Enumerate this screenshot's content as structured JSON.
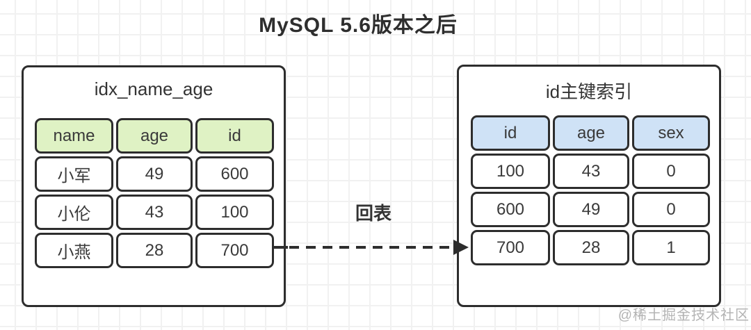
{
  "title": "MySQL 5.6版本之后",
  "left_table": {
    "name": "idx_name_age",
    "columns": [
      "name",
      "age",
      "id"
    ],
    "rows": [
      [
        "小军",
        "49",
        "600"
      ],
      [
        "小伦",
        "43",
        "100"
      ],
      [
        "小燕",
        "28",
        "700"
      ]
    ]
  },
  "right_table": {
    "name": "id主键索引",
    "columns": [
      "id",
      "age",
      "sex"
    ],
    "rows": [
      [
        "100",
        "43",
        "0"
      ],
      [
        "600",
        "49",
        "0"
      ],
      [
        "700",
        "28",
        "1"
      ]
    ]
  },
  "arrow": {
    "label": "回表",
    "from": "left_table row 小燕 (id 700)",
    "to": "right_table row id 700",
    "style": "dashed"
  },
  "watermark": "@稀土掘金技术社区",
  "colors": {
    "border": "#2d2d2d",
    "secondary_index_header": "#dff2c4",
    "primary_index_header": "#cfe2f6",
    "grid_line": "#f1f1f1",
    "watermark_gray": "#8c8c8c"
  }
}
